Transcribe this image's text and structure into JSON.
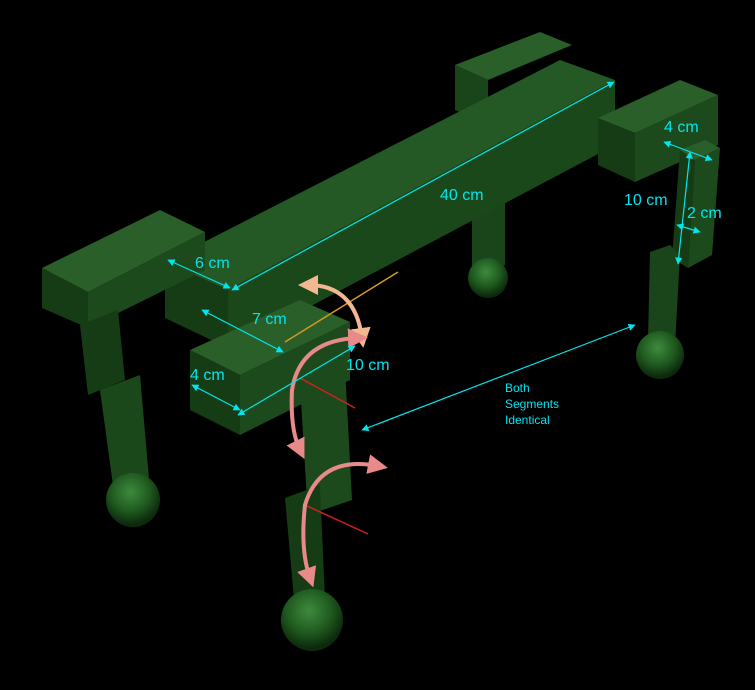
{
  "colors": {
    "background": "#000000",
    "body_green": "#1e4a1e",
    "body_green_light": "#2a5f2a",
    "body_green_dark": "#123012",
    "dimension_cyan": "#00e5ee",
    "arrow_peach": "#f4b890",
    "arrow_pink": "#e88a8a",
    "axis_red": "#cc2222",
    "axis_orange": "#d49a20"
  },
  "dimensions": {
    "body_length": "40 cm",
    "body_width": "6 cm",
    "hip_offset": "7 cm",
    "hip_width": "4 cm",
    "upper_leg": "10 cm",
    "leg_block_width": "4 cm",
    "leg_length": "10 cm",
    "leg_thickness": "2 cm"
  },
  "annotation": {
    "line1": "Both",
    "line2": "Segments",
    "line3": "Identical"
  }
}
